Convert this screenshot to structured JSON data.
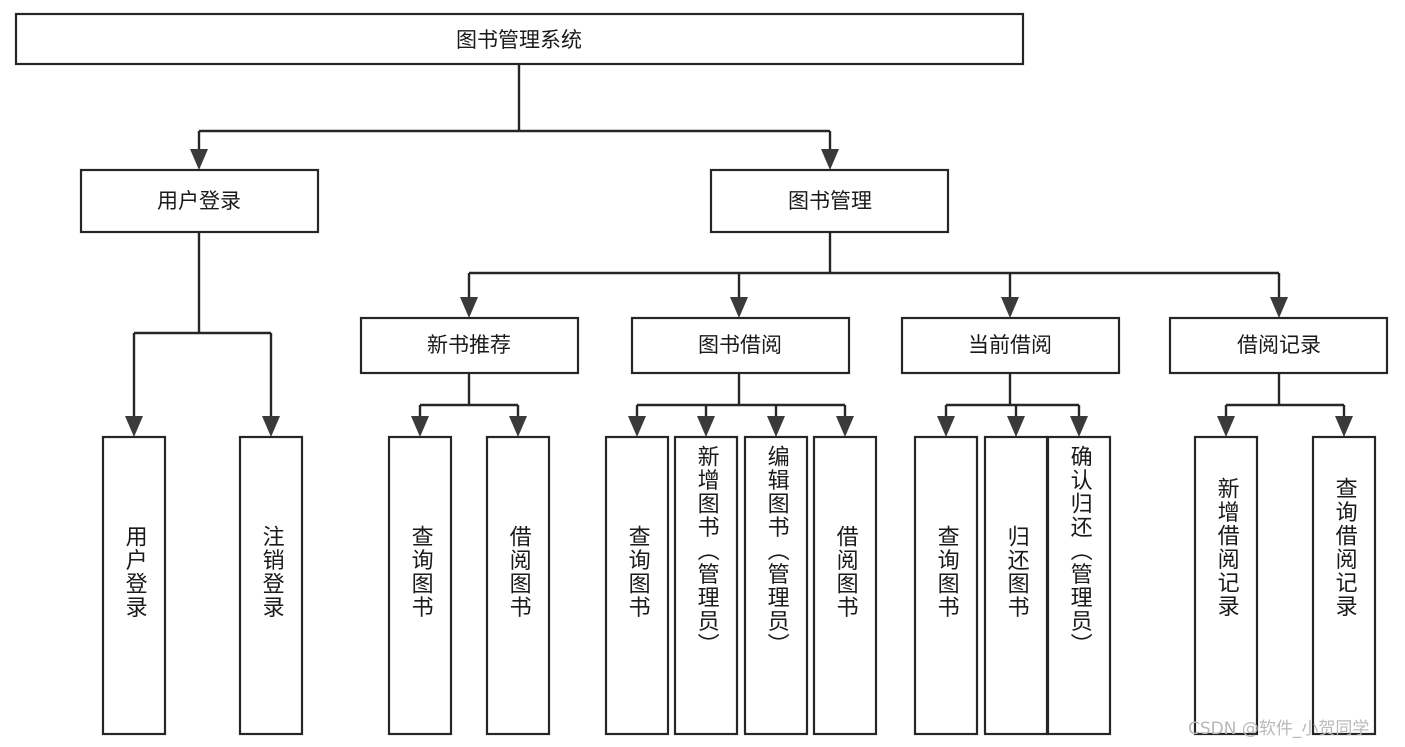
{
  "diagram": {
    "type": "tree-hierarchy",
    "title": "图书管理系统",
    "watermark": "CSDN @软件_小贺同学",
    "colors": {
      "box_stroke": "#262626",
      "box_fill": "#ffffff",
      "connector": "#262626",
      "text": "#1a1a1a",
      "watermark": "#b9b9b9",
      "background": "#ffffff"
    },
    "root": {
      "id": "root",
      "label": "图书管理系统",
      "orientation": "horizontal"
    },
    "level2": [
      {
        "id": "user-login",
        "label": "用户登录",
        "orientation": "horizontal"
      },
      {
        "id": "book-manage",
        "label": "图书管理",
        "orientation": "horizontal"
      }
    ],
    "level3": [
      {
        "id": "new-book-recommend",
        "label": "新书推荐",
        "orientation": "horizontal",
        "parent": "book-manage"
      },
      {
        "id": "book-borrow",
        "label": "图书借阅",
        "orientation": "horizontal",
        "parent": "book-manage"
      },
      {
        "id": "current-borrow",
        "label": "当前借阅",
        "orientation": "horizontal",
        "parent": "book-manage"
      },
      {
        "id": "borrow-record",
        "label": "借阅记录",
        "orientation": "horizontal",
        "parent": "book-manage"
      }
    ],
    "leaves": [
      {
        "id": "leaf-user-login",
        "label": "用户登录",
        "orientation": "vertical",
        "parent": "user-login"
      },
      {
        "id": "leaf-logout-login",
        "label": "注销登录",
        "orientation": "vertical",
        "parent": "user-login"
      },
      {
        "id": "leaf-query-book-1",
        "label": "查询图书",
        "orientation": "vertical",
        "parent": "new-book-recommend"
      },
      {
        "id": "leaf-borrow-book-1",
        "label": "借阅图书",
        "orientation": "vertical",
        "parent": "new-book-recommend"
      },
      {
        "id": "leaf-query-book-2",
        "label": "查询图书",
        "orientation": "vertical",
        "parent": "book-borrow"
      },
      {
        "id": "leaf-add-book",
        "label": "新增图书（管理员）",
        "orientation": "vertical",
        "parent": "book-borrow"
      },
      {
        "id": "leaf-edit-book",
        "label": "编辑图书（管理员）",
        "orientation": "vertical",
        "parent": "book-borrow"
      },
      {
        "id": "leaf-borrow-book-2",
        "label": "借阅图书",
        "orientation": "vertical",
        "parent": "book-borrow"
      },
      {
        "id": "leaf-query-book-3",
        "label": "查询图书",
        "orientation": "vertical",
        "parent": "current-borrow"
      },
      {
        "id": "leaf-return-book",
        "label": "归还图书",
        "orientation": "vertical",
        "parent": "current-borrow"
      },
      {
        "id": "leaf-confirm-return",
        "label": "确认归还（管理员）",
        "orientation": "vertical",
        "parent": "current-borrow"
      },
      {
        "id": "leaf-add-record",
        "label": "新增借阅记录",
        "orientation": "vertical",
        "parent": "borrow-record"
      },
      {
        "id": "leaf-query-record",
        "label": "查询借阅记录",
        "orientation": "vertical",
        "parent": "borrow-record"
      }
    ]
  }
}
